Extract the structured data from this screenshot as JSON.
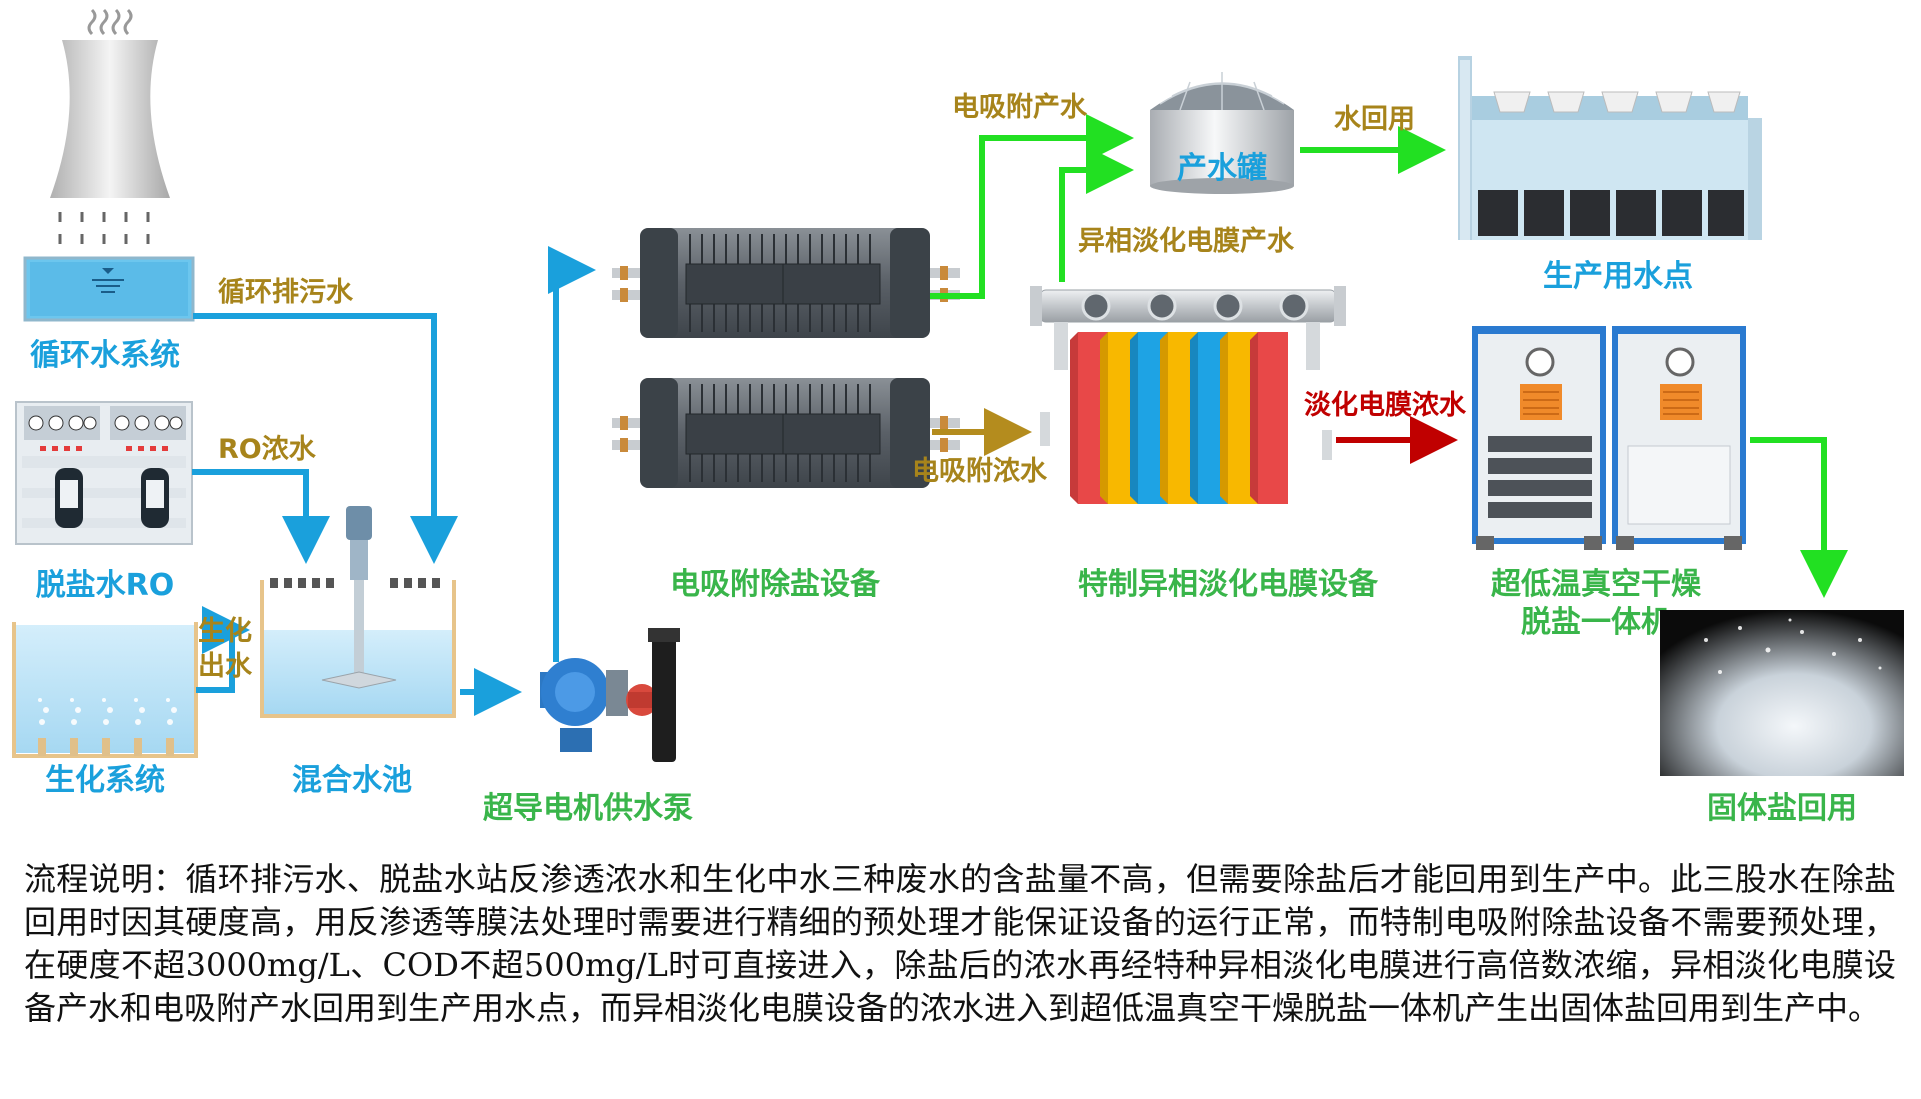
{
  "labels": {
    "cooling_system": "循环水系统",
    "ro_unit": "脱盐水RO",
    "bio_system": "生化系统",
    "mixing_pool": "混合水池",
    "pump": "超导电机供水泵",
    "ea_equipment": "电吸附除盐设备",
    "membrane_equipment": "特制异相淡化电膜设备",
    "product_tank": "产水罐",
    "production_point": "生产用水点",
    "dryer_line1": "超低温真空干燥",
    "dryer_line2": "脱盐一体机",
    "solid_salt": "固体盐回用"
  },
  "flows": {
    "blowdown": "循环排污水",
    "ro_concentrate": "RO浓水",
    "bio_effluent_1": "生化",
    "bio_effluent_2": "出水",
    "ea_product": "电吸附产水",
    "ea_concentrate": "电吸附浓水",
    "membrane_product": "异相淡化电膜产水",
    "water_reuse": "水回用",
    "membrane_concentrate": "淡化电膜浓水"
  },
  "description": "流程说明：循环排污水、脱盐水站反渗透浓水和生化中水三种废水的含盐量不高，但需要除盐后才能回用到生产中。此三股水在除盐回用时因其硬度高，用反渗透等膜法处理时需要进行精细的预处理才能保证设备的运行正常，而特制电吸附除盐设备不需要预处理，在硬度不超3000mg/L、COD不超500mg/L时可直接进入，除盐后的浓水再经特种异相淡化电膜进行高倍数浓缩，异相淡化电膜设备产水和电吸附产水回用到生产用水点，而异相淡化电膜设备的浓水进入到超低温真空干燥脱盐一体机产生出固体盐回用到生产中。",
  "colors": {
    "blue_flow": "#1aa0dc",
    "green_flow": "#22e022",
    "gold_flow": "#b48c1e",
    "red_flow": "#c00000"
  }
}
